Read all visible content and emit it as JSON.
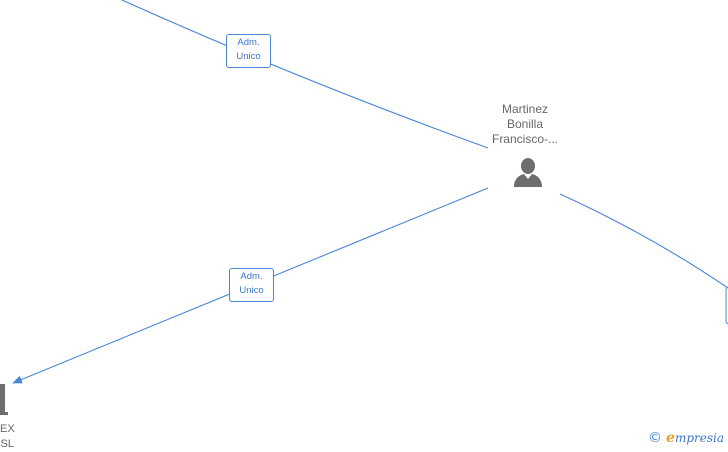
{
  "person": {
    "name_lines": [
      "Martinez",
      "Bonilla",
      "Francisco-..."
    ]
  },
  "relations": [
    {
      "label_lines": [
        "Adm.",
        "Unico"
      ]
    },
    {
      "label_lines": [
        "Adm.",
        "Unico"
      ]
    }
  ],
  "company_left": {
    "name_lines": [
      "EX",
      "SL"
    ]
  },
  "watermark": {
    "copyright": "©",
    "brand_first": "e",
    "brand_rest": "mpresia"
  },
  "colors": {
    "edge": "#4a86d6",
    "text": "#666666",
    "accent": "#f0a020"
  }
}
